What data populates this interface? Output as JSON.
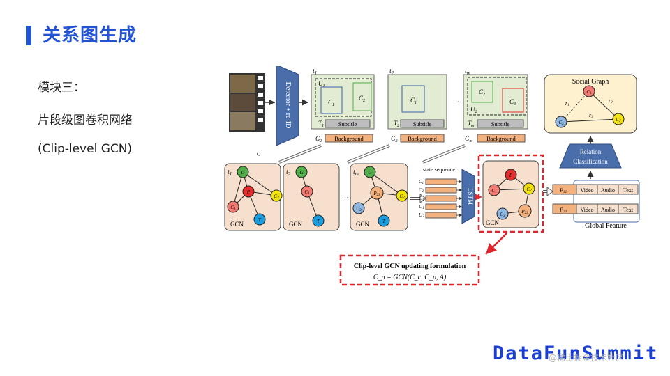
{
  "slide": {
    "title": "关系图生成",
    "lines": [
      "模块三：",
      "片段级图卷积网络",
      "(Clip-level GCN)"
    ],
    "brand": "DataFunSummit",
    "watermark": "@稀土掘金技术社区"
  },
  "diagram": {
    "detector": "Detector + re-ID",
    "clips": [
      {
        "t": "t",
        "tsub": "1",
        "T": "T",
        "Tsub": "1",
        "G": "G",
        "Gsub": "1",
        "U": "U",
        "Usub": "1",
        "subtitle": "Subtitle",
        "background": "Background"
      },
      {
        "t": "t",
        "tsub": "2",
        "T": "T",
        "Tsub": "2",
        "G": "G",
        "Gsub": "2",
        "subtitle": "Subtitle",
        "background": "Background"
      },
      {
        "t": "t",
        "tsub": "m",
        "T": "T",
        "Tsub": "m",
        "G": "G",
        "Gsub": "m",
        "U": "U",
        "Usub": "2",
        "subtitle": "Subtitle",
        "background": "Background"
      }
    ],
    "clip_boxes": {
      "c1": {
        "name": "C",
        "sub": "1"
      },
      "c2": {
        "name": "C",
        "sub": "2"
      },
      "c3": {
        "name": "C",
        "sub": "3"
      }
    },
    "ellipsis": "...",
    "g_label": "G",
    "gcn_label": "GCN",
    "graph_panels": [
      {
        "t": "t",
        "tsub": "1"
      },
      {
        "t": "t",
        "tsub": "2"
      },
      {
        "t": "t",
        "tsub": "m"
      }
    ],
    "node_labels": {
      "G": "G",
      "C1": "C",
      "C1sub": "1",
      "C2": "C",
      "C2sub": "2",
      "C3": "C",
      "C3sub": "3",
      "P": "P",
      "P23sub": "23",
      "T": "T"
    },
    "state_sequence": {
      "label": "state sequence",
      "rows": [
        {
          "n": "C",
          "s": "1"
        },
        {
          "n": "C",
          "s": "2"
        },
        {
          "n": "C",
          "s": "3"
        },
        {
          "n": "U",
          "s": "1"
        },
        {
          "n": "U",
          "s": "2"
        }
      ]
    },
    "lstm": "LSTM",
    "social_graph": {
      "title": "Social Graph",
      "r1": "r",
      "r1sub": "1",
      "r2": "r",
      "r2sub": "2",
      "r3": "r",
      "r3sub": "3"
    },
    "relation_classification": [
      "Relation",
      "Classification"
    ],
    "feature_rows": [
      {
        "p": "P",
        "psub": "12",
        "cols": [
          "Video",
          "Audio",
          "Text"
        ]
      },
      {
        "p": "P",
        "psub": "23",
        "cols": [
          "Video",
          "Audio",
          "Text"
        ]
      }
    ],
    "global_feature": "Global Feature",
    "formula": {
      "title": "Clip-level GCN updating formulation",
      "expr": "C_p = GCN(C_c, C_p, A)"
    }
  },
  "colors": {
    "accent": "#2454d6",
    "clip_bg": "#e1ecd3",
    "panel_bg": "#f6dfcc",
    "social_bg": "#fdf1d0",
    "node_green": "#52ae4a",
    "node_red": "#e32c2c",
    "node_pink": "#f27b74",
    "node_yellow": "#f2e20f",
    "node_blue": "#1a9ee0",
    "node_lightblue": "#8fb6e0",
    "node_orange": "#f3b17e",
    "dashed_red": "#e0252c"
  }
}
